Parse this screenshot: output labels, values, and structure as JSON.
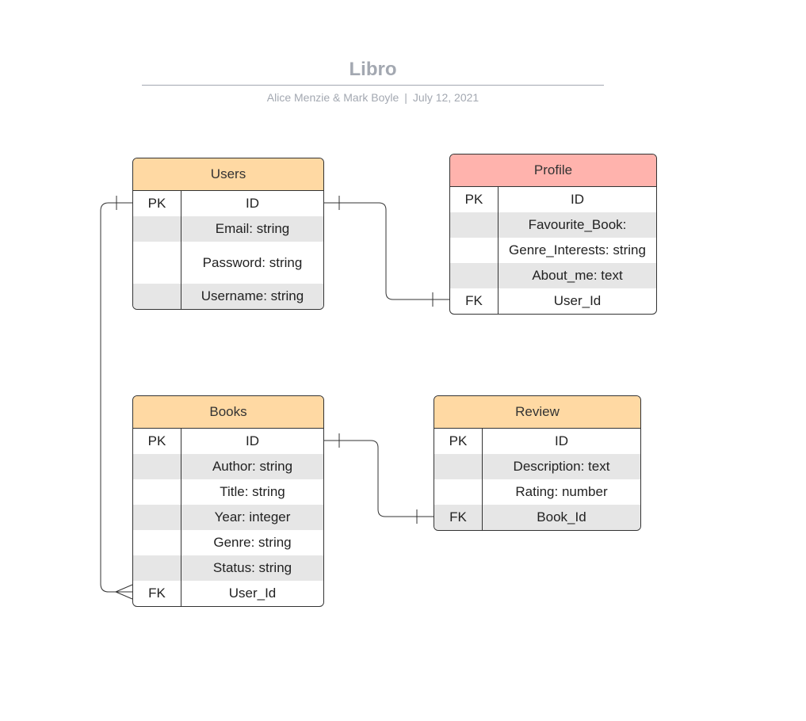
{
  "header": {
    "title": "Libro",
    "authors": "Alice Menzie & Mark Boyle",
    "separator": "|",
    "date": "July 12, 2021"
  },
  "colors": {
    "entity_header": "#ffd9a3",
    "profile_header": "#ffb3ad",
    "row_shade": "#e6e6e6",
    "title_gray": "#a3a8b1"
  },
  "entities": {
    "users": {
      "name": "Users",
      "rows": [
        {
          "key": "PK",
          "field": "ID"
        },
        {
          "key": "",
          "field": "Email: string"
        },
        {
          "key": "",
          "field": "Password: string"
        },
        {
          "key": "",
          "field": "Username: string"
        }
      ]
    },
    "profile": {
      "name": "Profile",
      "rows": [
        {
          "key": "PK",
          "field": "ID"
        },
        {
          "key": "",
          "field": "Favourite_Book:"
        },
        {
          "key": "",
          "field": "Genre_Interests: string"
        },
        {
          "key": "",
          "field": "About_me: text"
        },
        {
          "key": "FK",
          "field": "User_Id"
        }
      ]
    },
    "books": {
      "name": "Books",
      "rows": [
        {
          "key": "PK",
          "field": "ID"
        },
        {
          "key": "",
          "field": "Author: string"
        },
        {
          "key": "",
          "field": "Title: string"
        },
        {
          "key": "",
          "field": "Year: integer"
        },
        {
          "key": "",
          "field": "Genre: string"
        },
        {
          "key": "",
          "field": "Status: string"
        },
        {
          "key": "FK",
          "field": "User_Id"
        }
      ]
    },
    "review": {
      "name": "Review",
      "rows": [
        {
          "key": "PK",
          "field": "ID"
        },
        {
          "key": "",
          "field": "Description: text"
        },
        {
          "key": "",
          "field": "Rating: number"
        },
        {
          "key": "FK",
          "field": "Book_Id"
        }
      ]
    }
  },
  "relationships": [
    {
      "from": "Users.ID",
      "to": "Profile.User_Id",
      "from_end": "one",
      "to_end": "one"
    },
    {
      "from": "Users.ID",
      "to": "Books.User_Id",
      "from_end": "one",
      "to_end": "many"
    },
    {
      "from": "Books.ID",
      "to": "Review.Book_Id",
      "from_end": "one",
      "to_end": "one"
    }
  ]
}
